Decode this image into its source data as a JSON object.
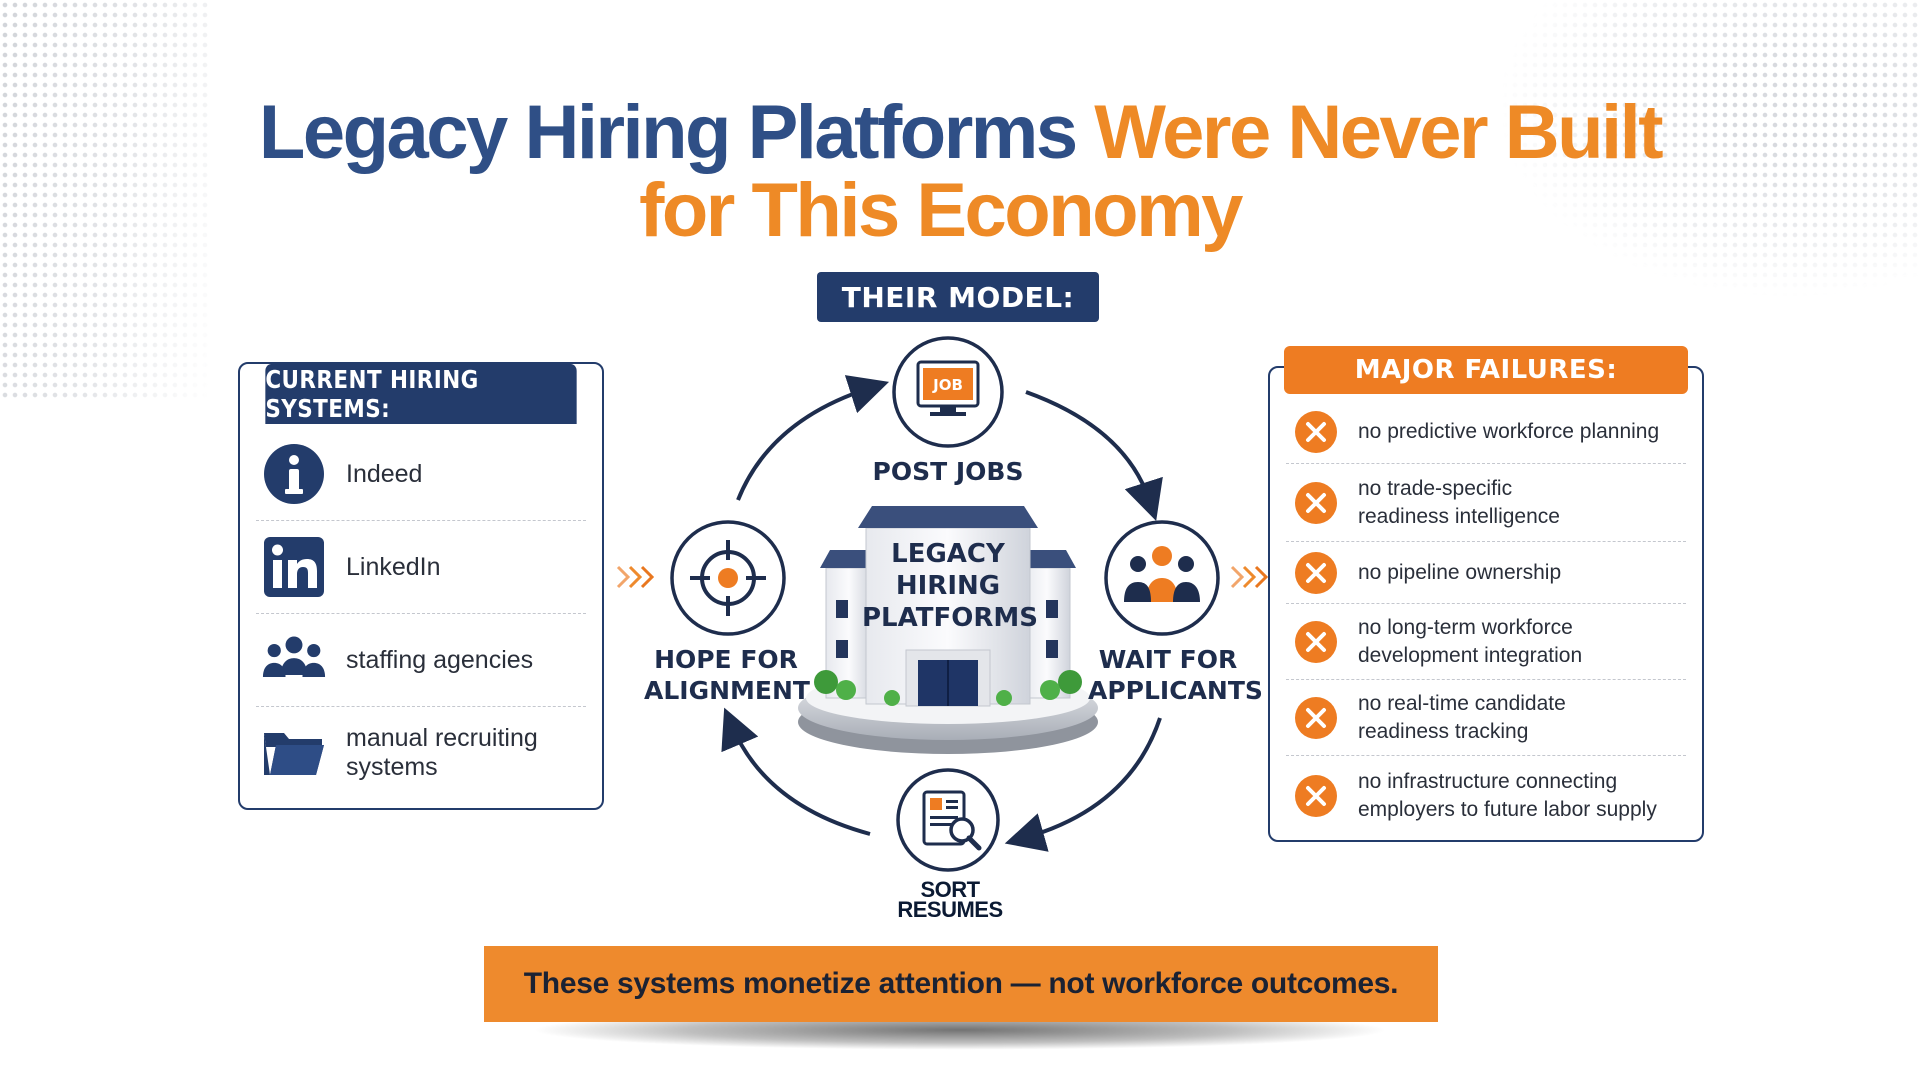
{
  "title": {
    "part1": "Legacy Hiring Platforms",
    "part2": "Were Never Built",
    "line2": "for This Economy"
  },
  "current_systems": {
    "header": "CURRENT HIRING SYSTEMS:",
    "items": [
      {
        "label": "Indeed",
        "icon": "info-icon"
      },
      {
        "label": "LinkedIn",
        "icon": "linkedin-icon"
      },
      {
        "label": "staffing agencies",
        "icon": "people-group-icon"
      },
      {
        "label": "manual recruiting systems",
        "icon": "folder-icon"
      }
    ]
  },
  "model": {
    "header": "THEIR MODEL:",
    "center_label": "LEGACY\nHIRING\nPLATFORMS",
    "steps": {
      "post_jobs": "POST JOBS",
      "job_sign": "JOB",
      "wait": "WAIT FOR\nAPPLICANTS",
      "sort": "SORT\nRESUMES",
      "hope": "HOPE FOR\nALIGNMENT"
    }
  },
  "failures": {
    "header": "MAJOR FAILURES:",
    "items": [
      "no predictive workforce planning",
      "no trade-specific\nreadiness intelligence",
      "no pipeline ownership",
      "no long-term workforce\ndevelopment integration",
      "no real-time candidate\nreadiness tracking",
      "no infrastructure connecting\nemployers to future labor supply"
    ]
  },
  "banner": "These systems monetize attention — not workforce outcomes.",
  "colors": {
    "navy": "#233c6b",
    "orange": "#ee7c22",
    "title_navy": "#2f4f86",
    "title_orange": "#ee8a26"
  }
}
